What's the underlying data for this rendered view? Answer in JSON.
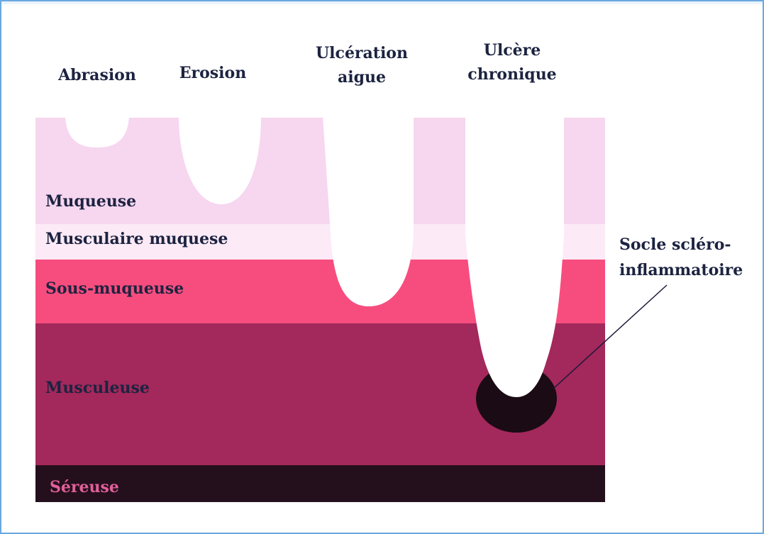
{
  "lesion_titles": {
    "abrasion": "Abrasion",
    "erosion": "Erosion",
    "ulceration_line1": "Ulcération",
    "ulceration_line2": "aigue",
    "ulcere_line1": "Ulcère",
    "ulcere_line2": "chronique"
  },
  "layers": {
    "muqueuse": "Muqueuse",
    "musculaire_muqueuse": "Musculaire muquese",
    "sous_muqueuse": "Sous-muqueuse",
    "musculeuse": "Musculeuse",
    "sereuse": "Séreuse"
  },
  "callout": {
    "line1": "Socle scléro-",
    "line2": "inflammatoire"
  },
  "colors": {
    "muqueuse": "#f7d6ef",
    "musculaire_muqueuse": "#fceaf6",
    "sous_muqueuse": "#f74d7e",
    "musculeuse": "#a3285b",
    "sereuse": "#240f1c",
    "socle": "#1a0b14",
    "frame": "#6aa8e0"
  }
}
